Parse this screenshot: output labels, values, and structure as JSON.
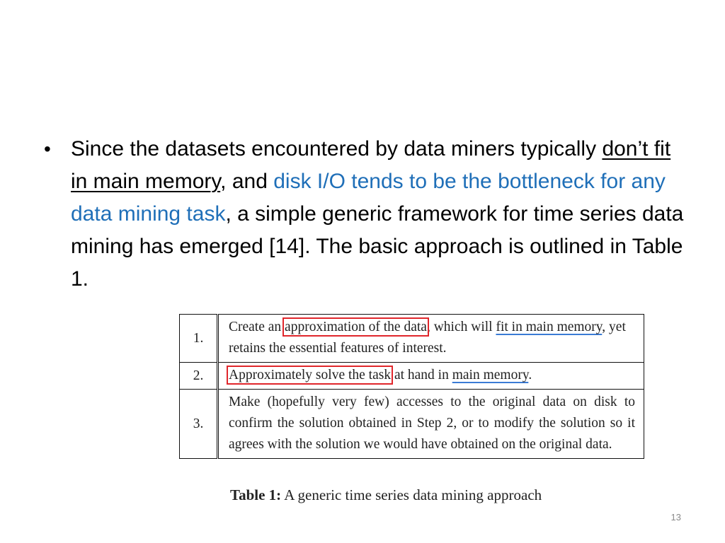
{
  "slide": {
    "bullet": {
      "t1": "Since the datasets encountered by data miners typically ",
      "t2_underlined": "don’t fit in main memory",
      "t3": ", and ",
      "t4_blue": "disk I/O tends to be the bottleneck for any data mining task",
      "t5": ", a simple generic framework for time series data mining has emerged [14]. The basic approach is outlined in Table 1."
    },
    "table": {
      "rows": [
        {
          "num": "1.",
          "a": "Create an ",
          "b_boxed": "approximation of the data",
          "c": ", which will ",
          "d_wavy": "fit in main memory",
          "e": ", yet retains the essential features of interest."
        },
        {
          "num": "2.",
          "a_boxed": "Approximately solve the task",
          "b": " at hand in ",
          "c_wavy": "main memory",
          "d": "."
        },
        {
          "num": "3.",
          "text": "Make (hopefully very few) accesses to the original data on disk to confirm the solution obtained in Step 2, or to modify the solution so it agrees with the solution we would have obtained on the original data."
        }
      ],
      "caption_label": "Table 1:",
      "caption_text": " A generic time series data mining approach"
    },
    "page_number": "13",
    "colors": {
      "blue_text": "#1f6fb8",
      "highlight_box": "#e0262b",
      "wavy_underline": "#3a7bd5"
    }
  }
}
